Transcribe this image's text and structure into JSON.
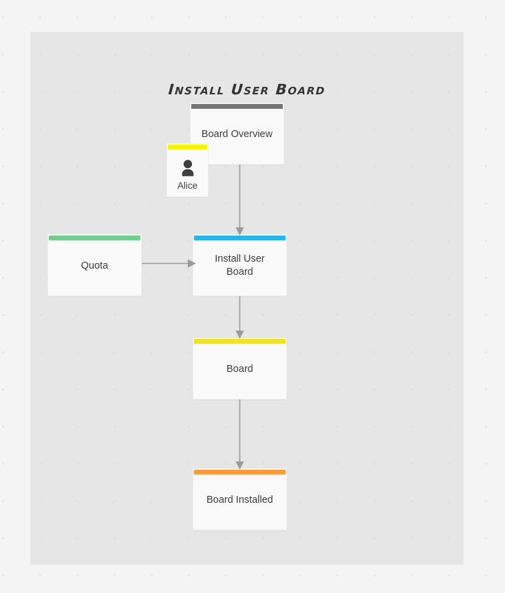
{
  "page": {
    "background_color": "#f4f4f4",
    "dot_color": "#e7e7e7"
  },
  "canvas": {
    "background_color": "#e6e6e6",
    "dot_color": "#dedede",
    "title": "Install User Board"
  },
  "nodes": [
    {
      "id": "board-overview",
      "label": "Board Overview",
      "bar_color": "#757575",
      "type": "process"
    },
    {
      "id": "alice",
      "label": "Alice",
      "bar_color": "#f5f500",
      "type": "actor",
      "icon": "person-icon"
    },
    {
      "id": "quota",
      "label": "Quota",
      "bar_color": "#6fcf8b",
      "type": "process"
    },
    {
      "id": "install-user-board",
      "label": "Install User\nBoard",
      "bar_color": "#29b6e8",
      "type": "process"
    },
    {
      "id": "board",
      "label": "Board",
      "bar_color": "#f2e32a",
      "type": "process"
    },
    {
      "id": "board-installed",
      "label": "Board Installed",
      "bar_color": "#f89c3c",
      "type": "process"
    }
  ],
  "edges": [
    {
      "id": "edge-overview-to-install",
      "from": "board-overview",
      "to": "install-user-board",
      "direction": "down"
    },
    {
      "id": "edge-quota-to-install",
      "from": "quota",
      "to": "install-user-board",
      "direction": "right"
    },
    {
      "id": "edge-install-to-board",
      "from": "install-user-board",
      "to": "board",
      "direction": "down"
    },
    {
      "id": "edge-board-to-installed",
      "from": "board",
      "to": "board-installed",
      "direction": "down"
    }
  ],
  "edge_style": {
    "line_color": "#9a9a9a",
    "arrow_color": "#9a9a9a"
  }
}
